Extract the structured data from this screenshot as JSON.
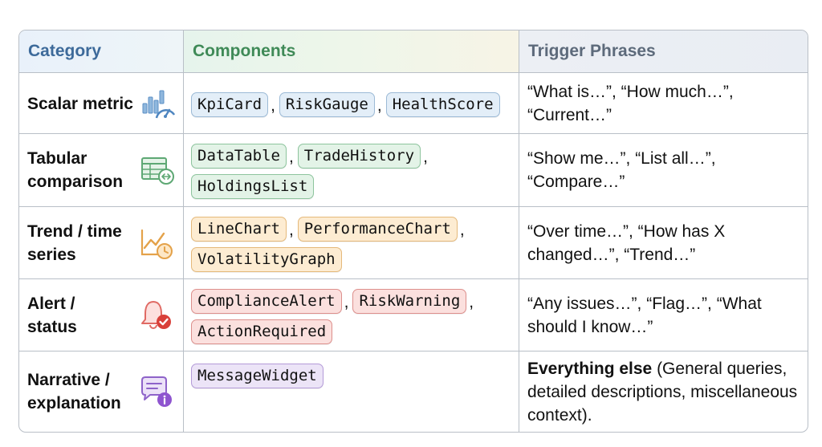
{
  "headers": {
    "category": "Category",
    "components": "Components",
    "triggers": "Trigger Phrases"
  },
  "rows": [
    {
      "category": "Scalar metric",
      "icon": "bar-chart-gauge-icon",
      "components": [
        "KpiCard",
        "RiskGauge",
        "HealthScore"
      ],
      "trigger": "“What is…”, “How much…”, “Current…”"
    },
    {
      "category": "Tabular comparison",
      "icon": "table-arrows-icon",
      "components": [
        "DataTable",
        "TradeHistory",
        "HoldingsList"
      ],
      "trigger": "“Show me…”, “List all…”, “Compare…”"
    },
    {
      "category": "Trend / time series",
      "icon": "trend-clock-icon",
      "components": [
        "LineChart",
        "PerformanceChart",
        "VolatilityGraph"
      ],
      "trigger": "“Over time…”, “How has X changed…”, “Trend…”"
    },
    {
      "category": "Alert / status",
      "icon": "bell-check-icon",
      "components": [
        "ComplianceAlert",
        "RiskWarning",
        "ActionRequired"
      ],
      "trigger": "“Any issues…”, “Flag…”, “What should I know…”"
    },
    {
      "category": "Narrative / explanation",
      "icon": "message-info-icon",
      "components": [
        "MessageWidget"
      ],
      "trigger_bold": "Everything else",
      "trigger": " (General queries, detailed descriptions, miscellaneous context)."
    }
  ],
  "colors": {
    "blue": "#9cbad6",
    "green": "#8dc49d",
    "orange": "#e5b97a",
    "red": "#dd8f8c",
    "purple": "#b49bd8",
    "border": "#b9bfc7"
  }
}
